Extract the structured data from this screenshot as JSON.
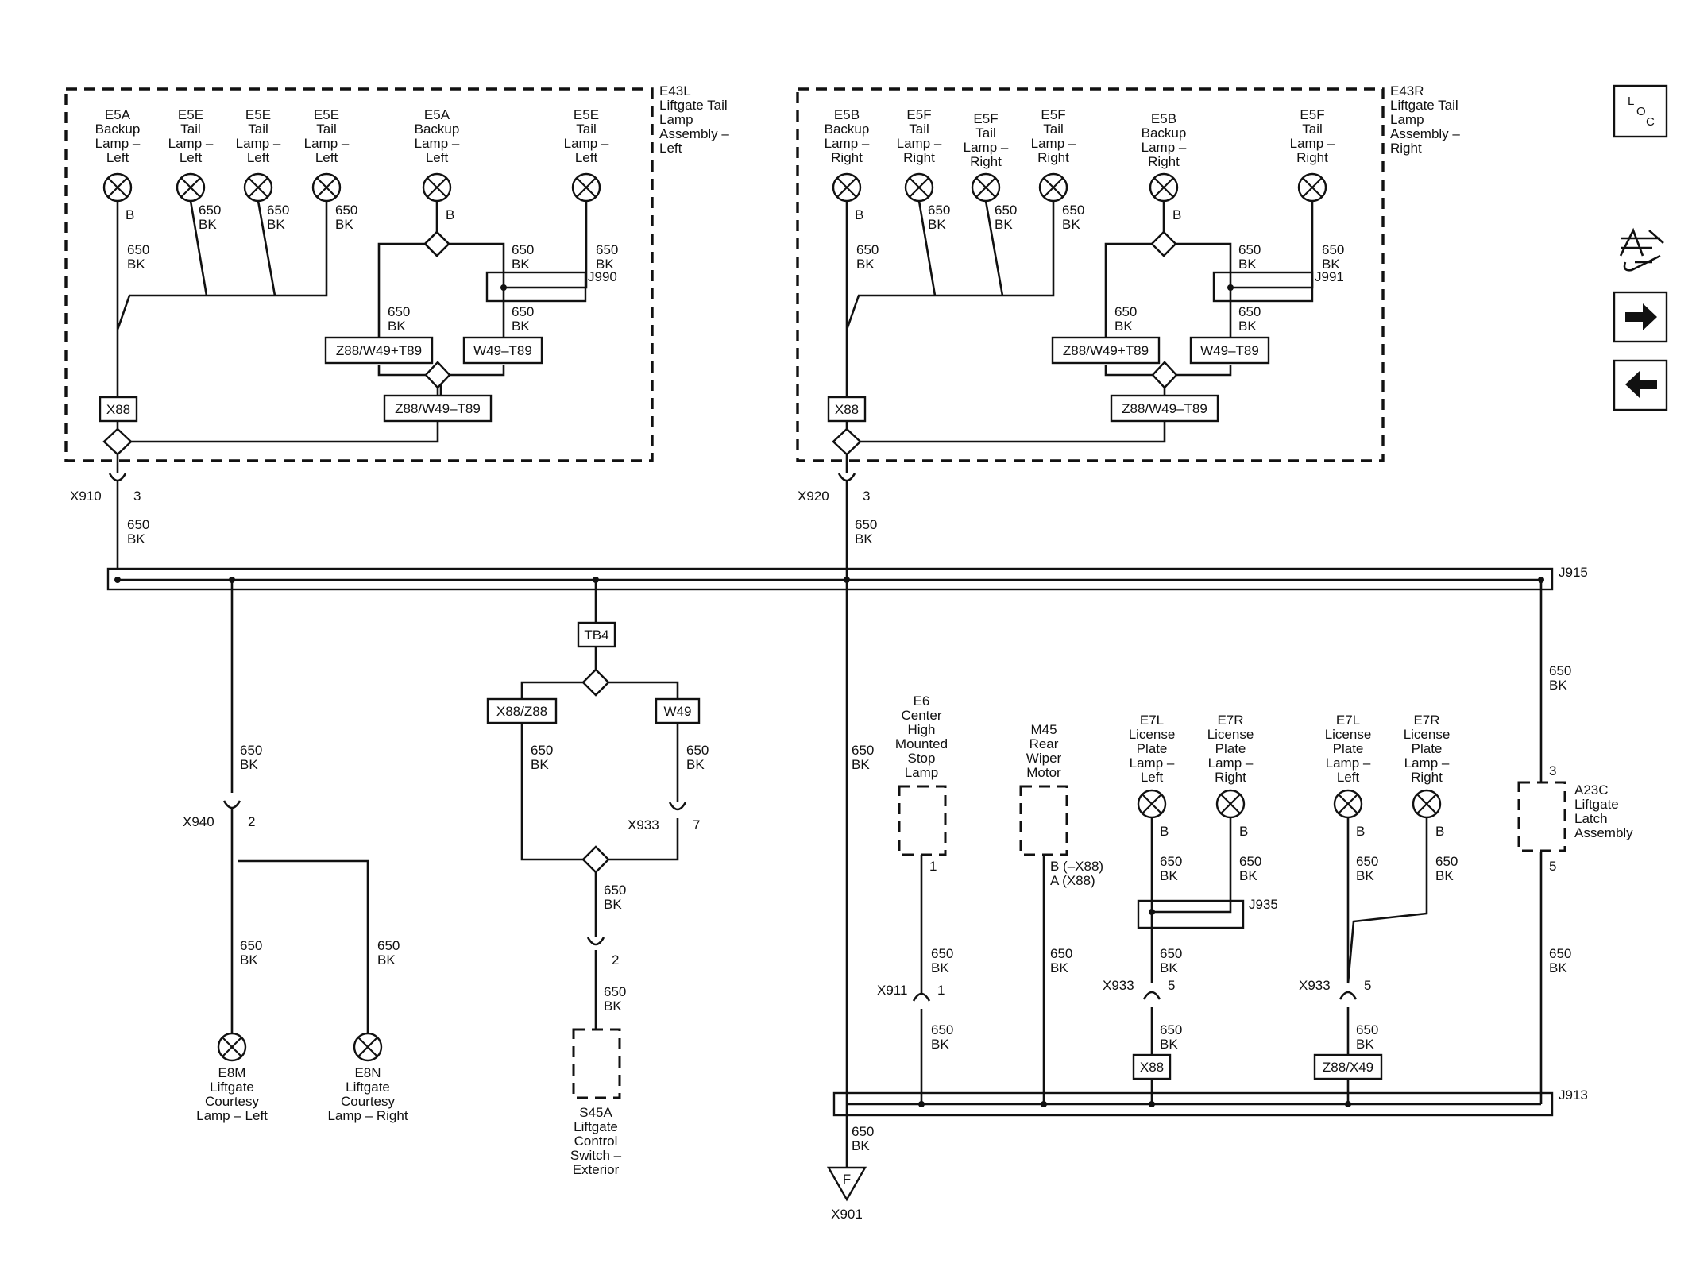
{
  "assemblies": {
    "left_title": [
      "E43L",
      "Liftgate Tail",
      "Lamp",
      "Assembly –",
      "Left"
    ],
    "right_title": [
      "E43R",
      "Liftgate Tail",
      "Lamp",
      "Assembly –",
      "Right"
    ]
  },
  "lamps": {
    "e5a_1": [
      "E5A",
      "Backup",
      "Lamp –",
      "Left"
    ],
    "e5e_1": [
      "E5E",
      "Tail",
      "Lamp –",
      "Left"
    ],
    "e5e_2": [
      "E5E",
      "Tail",
      "Lamp –",
      "Left"
    ],
    "e5e_3": [
      "E5E",
      "Tail",
      "Lamp –",
      "Left"
    ],
    "e5a_2": [
      "E5A",
      "Backup",
      "Lamp –",
      "Left"
    ],
    "e5e_4": [
      "E5E",
      "Tail",
      "Lamp –",
      "Left"
    ],
    "e5b_1": [
      "E5B",
      "Backup",
      "Lamp –",
      "Right"
    ],
    "e5f_1": [
      "E5F",
      "Tail",
      "Lamp –",
      "Right"
    ],
    "e5f_2": [
      "E5F",
      "Tail",
      "Lamp –",
      "Right"
    ],
    "e5f_3": [
      "E5F",
      "Tail",
      "Lamp –",
      "Right"
    ],
    "e5b_2": [
      "E5B",
      "Backup",
      "Lamp –",
      "Right"
    ],
    "e5f_4": [
      "E5F",
      "Tail",
      "Lamp –",
      "Right"
    ],
    "e8m": [
      "E8M",
      "Liftgate",
      "Courtesy",
      "Lamp – Left"
    ],
    "e8n": [
      "E8N",
      "Liftgate",
      "Courtesy",
      "Lamp – Right"
    ],
    "e7l_1": [
      "E7L",
      "License",
      "Plate",
      "Lamp –",
      "Left"
    ],
    "e7r_1": [
      "E7R",
      "License",
      "Plate",
      "Lamp –",
      "Right"
    ],
    "e7l_2": [
      "E7L",
      "License",
      "Plate",
      "Lamp –",
      "Left"
    ],
    "e7r_2": [
      "E7R",
      "License",
      "Plate",
      "Lamp –",
      "Right"
    ]
  },
  "components": {
    "e6": [
      "E6",
      "Center",
      "High",
      "Mounted",
      "Stop",
      "Lamp"
    ],
    "m45": [
      "M45",
      "Rear",
      "Wiper",
      "Motor"
    ],
    "a23c": [
      "A23C",
      "Liftgate",
      "Latch",
      "Assembly"
    ],
    "s45a": [
      "S45A",
      "Liftgate",
      "Control",
      "Switch –",
      "Exterior"
    ]
  },
  "options": {
    "x88_l": "X88",
    "z88_w49_t89_l_plus": "Z88/W49+T89",
    "w49_t89_l": "W49–T89",
    "z88_w49_t89_l_minus": "Z88/W49–T89",
    "x88_r": "X88",
    "z88_w49_t89_r_plus": "Z88/W49+T89",
    "w49_t89_r": "W49–T89",
    "z88_w49_t89_r_minus": "Z88/W49–T89",
    "tb4": "TB4",
    "x88_z88": "X88/Z88",
    "w49": "W49",
    "x88_b": "X88",
    "z88_x49": "Z88/X49"
  },
  "splices": {
    "j990": "J990",
    "j991": "J991",
    "j915": "J915",
    "j913": "J913",
    "j935": "J935"
  },
  "connectors": {
    "x910": "X910",
    "x910_pin": "3",
    "x920": "X920",
    "x920_pin": "3",
    "x940": "X940",
    "x940_pin": "2",
    "x933_a": "X933",
    "x933_a_pin": "7",
    "s45a_pin": "2",
    "x911": "X911",
    "x911_pin": "1",
    "e6_pin": "1",
    "m45_pin": "B (–X88)",
    "m45_pin_alt": "A (X88)",
    "x933_b": "X933",
    "x933_b_pin": "5",
    "x933_c": "X933",
    "x933_c_pin": "5",
    "a23c_pin_top": "3",
    "a23c_pin_bottom": "5"
  },
  "pins": {
    "b": "B"
  },
  "wire": {
    "circuit": "650",
    "color": "BK"
  },
  "ground": {
    "label": "F",
    "name": "X901"
  },
  "nav": {
    "loc_l": "L",
    "loc_o": "O",
    "loc_c": "C"
  }
}
